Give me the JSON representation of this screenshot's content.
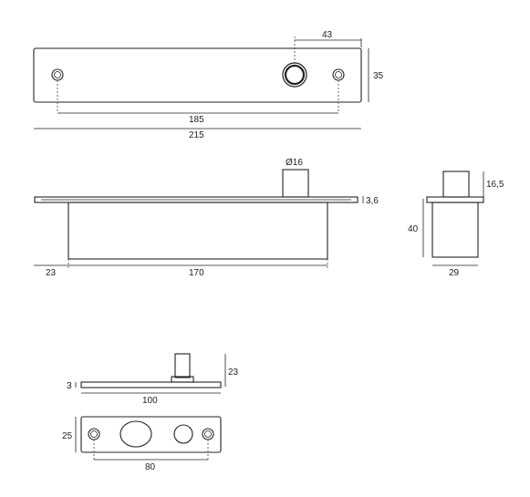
{
  "dimensions": {
    "top_offset": "43",
    "top_height": "35",
    "top_hole_spacing": "185",
    "top_total_length": "215",
    "side_pin_diameter": "Ø16",
    "side_plate_thickness": "3,6",
    "side_left_offset": "23",
    "side_body_length": "170",
    "end_pin_height": "16,5",
    "end_body_height": "40",
    "end_width": "29",
    "small_pin_height": "23",
    "small_plate_thickness": "3",
    "small_length": "100",
    "small_height": "25",
    "small_hole_spacing": "80"
  }
}
